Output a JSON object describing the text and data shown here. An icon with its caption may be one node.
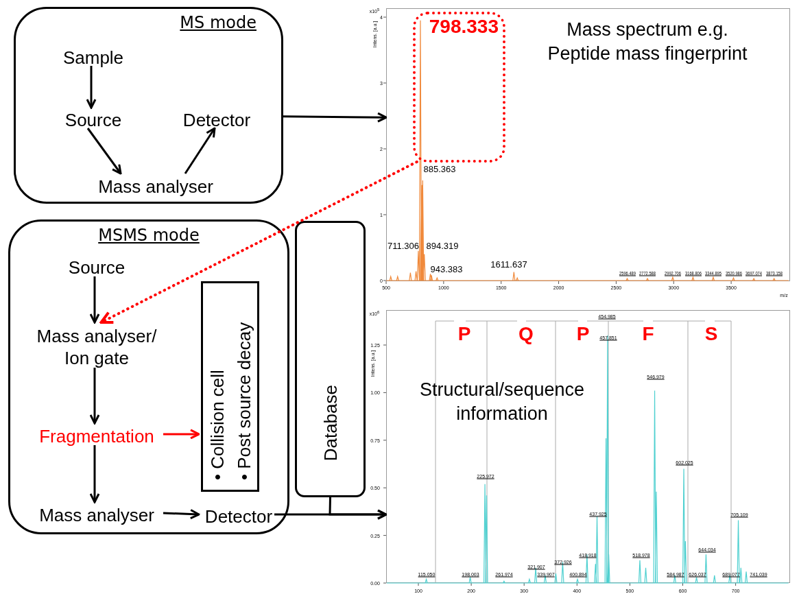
{
  "diagram": {
    "nodes": [
      {
        "text": [
          "MS mode"
        ]
      },
      {
        "text": [
          "Sample"
        ],
        "in": 0
      },
      {
        "text": [
          "Source"
        ],
        "in": 0
      },
      {
        "text": [
          "Detector"
        ],
        "in": 0
      },
      {
        "text": [
          "Mass analyser"
        ],
        "in": 0
      },
      {
        "text": [
          "MSMS mode"
        ]
      },
      {
        "text": [
          "Source"
        ],
        "in": 5
      },
      {
        "text": [
          "Mass analyser/ Ion gate"
        ],
        "in": 5
      },
      {
        "text": [
          "Fragmentation"
        ],
        "in": 5
      },
      {
        "text": [
          "• Collision cell",
          "• Post source decay"
        ],
        "in": 5
      },
      {
        "text": [
          "Mass analyser"
        ],
        "in": 5
      },
      {
        "text": [
          "Detector"
        ],
        "in": 5
      },
      {
        "text": [
          "Database"
        ]
      },
      {
        "text": [
          "Mass spectrum e.g. Peptide mass fingerprint"
        ]
      },
      {
        "text": [
          "798.333"
        ],
        "in": 13
      },
      {
        "text": [
          "Structural/sequence information"
        ]
      }
    ],
    "edges": [
      {
        "from": 1,
        "to": 2,
        "arrow": "to"
      },
      {
        "from": 2,
        "to": 4,
        "arrow": "to"
      },
      {
        "from": 4,
        "to": 3,
        "arrow": "to"
      },
      {
        "from": 0,
        "to": 13,
        "arrow": "to"
      },
      {
        "from": 6,
        "to": 7,
        "arrow": "to"
      },
      {
        "from": 7,
        "to": 8,
        "arrow": "to"
      },
      {
        "from": 8,
        "to": 9,
        "arrow": "to",
        "color": "#ff0000"
      },
      {
        "from": 8,
        "to": 10,
        "arrow": "to"
      },
      {
        "from": 10,
        "to": 11,
        "arrow": "to"
      },
      {
        "from": 11,
        "to": 15,
        "arrow": "to"
      },
      {
        "from": 12,
        "to": 15,
        "arrow": "to"
      },
      {
        "from": 14,
        "to": 7,
        "arrow": "to",
        "style": "dashed",
        "color": "#ff0000"
      }
    ],
    "labels": [
      "x10$^{5}$",
      "Intens. [a.u.]",
      "4",
      "3",
      "2",
      "1",
      "0",
      "885.363",
      "711.306",
      "894.319",
      "943.383",
      "1611.637",
      "2596.489",
      "2772.588",
      "2992.706",
      "3168.806",
      "3344.895",
      "3520.986",
      "3697.074",
      "3873.158",
      "500",
      "1000",
      "1500",
      "2000",
      "2500",
      "3000",
      "3500",
      "m/z",
      "x10$^{6}$",
      "Intens. [a.u.]",
      "454.985",
      "P",
      "Q",
      "P",
      "F",
      "S",
      "457.851",
      "1.25",
      "1.00",
      "0.75",
      "0.50",
      "0.25",
      "0.00",
      "546.979",
      "602.025",
      "225.972",
      "437.925",
      "705.109",
      "644.034",
      "418.918",
      "518.978",
      "372.926",
      "321.907",
      "115.050",
      "198.003",
      "261.974",
      "339.907",
      "400.894",
      "584.987",
      "626.037",
      "689.077",
      "741.039",
      "100",
      "200",
      "300",
      "400",
      "500",
      "600",
      "700"
    ]
  }
}
